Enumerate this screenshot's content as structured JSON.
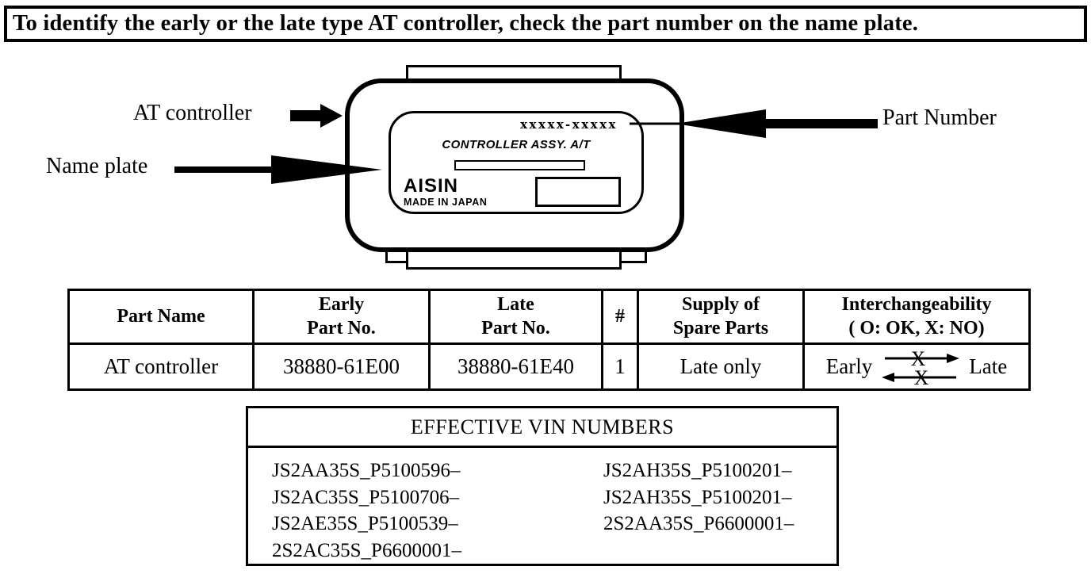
{
  "banner": {
    "text": "To identify the early or the late type AT controller, check the part number on the name plate."
  },
  "diagram": {
    "labels": {
      "controller": "AT controller",
      "name_plate": "Name plate",
      "part_number": "Part Number"
    },
    "plate": {
      "part_number_placeholder": "xxxxx-xxxxx",
      "title": "CONTROLLER ASSY. A/T",
      "brand": "AISIN",
      "origin": "MADE IN JAPAN"
    }
  },
  "table": {
    "headers": {
      "part_name": "Part Name",
      "early_part_no": "Early\nPart No.",
      "late_part_no": "Late\nPart No.",
      "number": "#",
      "supply": "Supply of\nSpare Parts",
      "interchangeability": "Interchangeability\n( O: OK, X: NO)"
    },
    "row": {
      "part_name": "AT controller",
      "early_part_no": "38880-61E00",
      "late_part_no": "38880-61E40",
      "qty": "1",
      "supply": "Late only",
      "interchange_left": "Early",
      "interchange_right": "Late",
      "interchange_mark_top": "X",
      "interchange_mark_bottom": "X"
    }
  },
  "vin": {
    "title": "EFFECTIVE VIN NUMBERS",
    "left": [
      "JS2AA35S_P5100596–",
      "JS2AC35S_P5100706–",
      "JS2AE35S_P5100539–",
      "2S2AC35S_P6600001–"
    ],
    "right": [
      "JS2AH35S_P5100201–",
      "JS2AH35S_P5100201–",
      "2S2AA35S_P6600001–"
    ]
  }
}
